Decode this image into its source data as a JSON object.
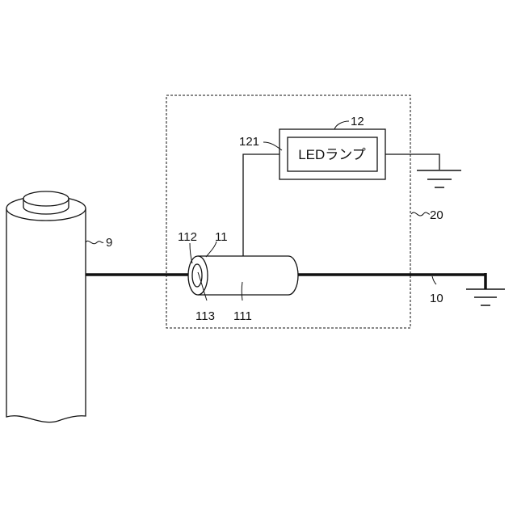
{
  "labels": {
    "pole": "9",
    "wire": "10",
    "sensor": "11",
    "sensor_body": "111",
    "sensor_end": "112",
    "sensor_inner": "113",
    "lamp_unit": "12",
    "lamp_inner": "121",
    "device": "20"
  },
  "lamp_text": "LEDランプ"
}
